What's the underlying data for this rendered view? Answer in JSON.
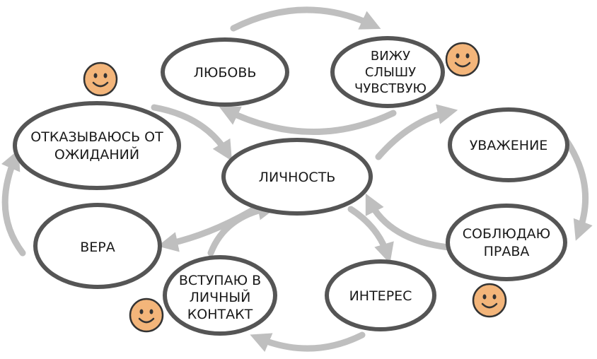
{
  "nodes": {
    "center": "ЛИЧНОСТЬ",
    "love": "ЛЮБОВЬ",
    "see": [
      "ВИЖУ",
      "СЛЫШУ",
      "ЧУВСТВУЮ"
    ],
    "respect": "УВАЖЕНИЕ",
    "rights": [
      "СОБЛЮДАЮ",
      "ПРАВА"
    ],
    "interest": "ИНТЕРЕС",
    "contact": [
      "ВСТУПАЮ В",
      "ЛИЧНЫЙ",
      "КОНТАКТ"
    ],
    "faith": "ВЕРА",
    "refuse": [
      "ОТКАЗЫВАЮСЬ ОТ",
      "ОЖИДАНИЙ"
    ]
  },
  "colors": {
    "ellipse_stroke": "#555555",
    "arrow": "#bfbfbf",
    "smiley_fill": "#f3b57a",
    "smiley_stroke": "#333333"
  },
  "icons": [
    "smiley-face-icon"
  ]
}
